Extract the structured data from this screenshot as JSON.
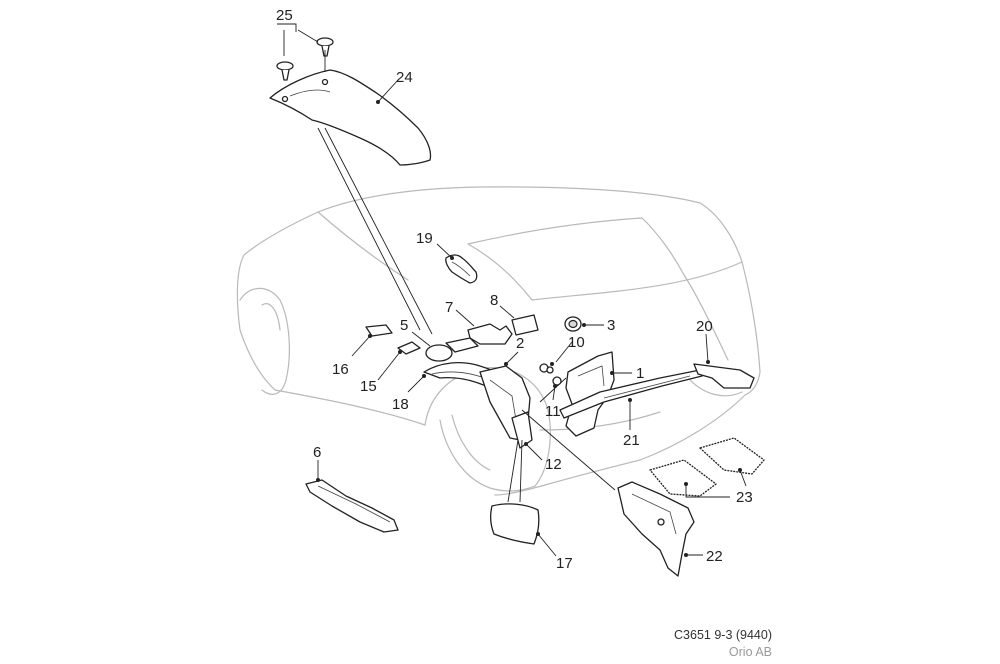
{
  "diagram": {
    "callouts": [
      "1",
      "2",
      "3",
      "5",
      "6",
      "7",
      "8",
      "10",
      "11",
      "12",
      "15",
      "16",
      "17",
      "18",
      "19",
      "20",
      "21",
      "22",
      "23",
      "24",
      "25"
    ]
  },
  "footer": {
    "reference": "C3651 9-3 (9440)",
    "owner": "Orio AB"
  },
  "colors": {
    "line": "#222222",
    "car_outline": "#b9b9b9",
    "owner_text": "#999999"
  }
}
